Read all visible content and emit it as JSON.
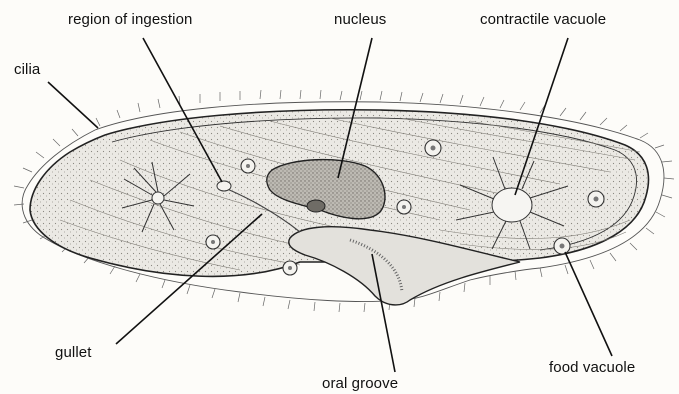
{
  "labels": {
    "region_of_ingestion": "region of ingestion",
    "nucleus": "nucleus",
    "contractile_vacuole": "contractile vacuole",
    "cilia": "cilia",
    "gullet": "gullet",
    "oral_groove": "oral groove",
    "food_vacuole": "food vacuole"
  },
  "colors": {
    "ink": "#111111",
    "body_fill": "#e9e7e2",
    "nucleus_fill": "#b9b6b0",
    "background": "#fdfcf9"
  }
}
